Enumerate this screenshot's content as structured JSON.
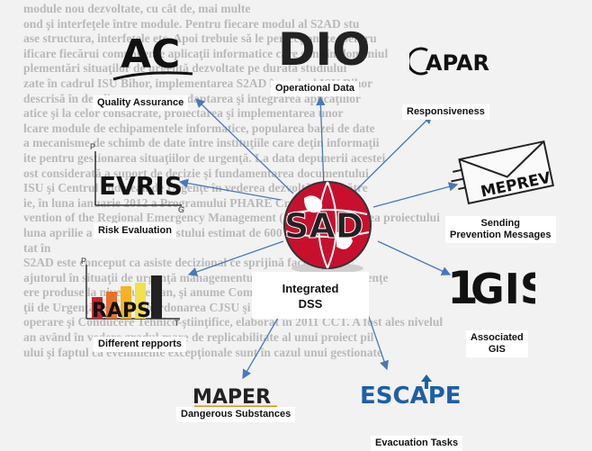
{
  "background_text": [
    "module nou dezvoltate, cu cât de, mai multe",
    "ond şi interfeţele între module. Pentru fiecare modul al S2AD stu",
    "ase structura, interfeţele etc. Apoi trebuie să le perfecţioneze, pentru",
    "ificare fiecărui componente aplicaţii informatice care sunt în domeniul",
    "plementări situaţilor de urgenţă dezvoltate pe durata studiului",
    "zate în cadrul ISU Bihor, implementarea S2AD în cadrul ISU Bihor",
    "descrisă în detaliu, presupune adaptarea şi integrarea aplicaţiilor",
    "atice şi la celor consacrate, proiectarea şi implementarea unor",
    "lcare module de echipamentele informatice, popularea bazei de date",
    "a mecanisme de schimb de date între instituţiile care deţin informaţii",
    "ite pentru gestionarea situaţiilor de urgenţă. La data depunerii acestei",
    "ost considerată a suport de decizie şi fundamentarea documentului",
    "ISU şi Centrul Judeţean de Urgenţe în vederea dezvoltării de către",
    "ie, în luna ianuarie 2012 a Programului PHARE Cross Border",
    "vention of the Regional Emergency Management (19) implementarea proiectului",
    "luna aprilie a 12 luni a la a costului estimat de 600 000 eur. Fin",
    "tat în",
    "S2AD este conceput ca asiste decizional ce sprijină factorii inte",
    "ajutorul în situaţii de urgenţă managementul evenimentelor la urgenţe",
    "ere produse la nivel judeţean, şi anume Comitetul Judeţean pentru",
    "ţii de Urgenţă, aflat în coordonarea CJSU şi Centrul Judeţean de",
    "operare şi Conducere Tehnico-ştiinţifice, elaborat în 2011 CCT. A fost ales nivelul",
    "an având în vedere gradul mare de replicabilitate al unui proiect pil",
    "ului şi faptul că evenimente excepţionale sunt în cazul unui gestionate"
  ],
  "center": {
    "logo_text": "SAD",
    "label_line1": "Integrated",
    "label_line2": "DSS"
  },
  "nodes": {
    "quality": {
      "logo": "AC",
      "label": "Quality Assurance"
    },
    "operational": {
      "logo": "DIO",
      "label": "Operational Data"
    },
    "responsiveness": {
      "logo": "APAR",
      "label": "Responsiveness"
    },
    "evris": {
      "logo": "EVRIS",
      "axis_p": "P",
      "axis_g": "G",
      "label": "Risk Evaluation"
    },
    "sending": {
      "logo": "MEPREV",
      "label_line1": "Sending",
      "label_line2": "Prevention Messages"
    },
    "raps": {
      "logo": "RAPS",
      "axis_p": "P",
      "axis_t": "T",
      "label": "Different repports"
    },
    "gis": {
      "logo": "GIS",
      "logo_digit": "1",
      "label_line1": "Associated",
      "label_line2": "GIS"
    },
    "maper": {
      "logo": "MAPER",
      "label": "Dangerous Substances"
    },
    "escape": {
      "logo": "ESCAPE",
      "label": "Evacuation Tasks"
    }
  },
  "colors": {
    "globe_red": "#c8102e",
    "globe_dark": "#333333",
    "maper_orange": "#e58a1f",
    "escape_blue": "#1d5fa8",
    "raps_bars": [
      "#c9262c",
      "#e8702a",
      "#f5b323",
      "#f3e04a",
      "#222222"
    ]
  }
}
